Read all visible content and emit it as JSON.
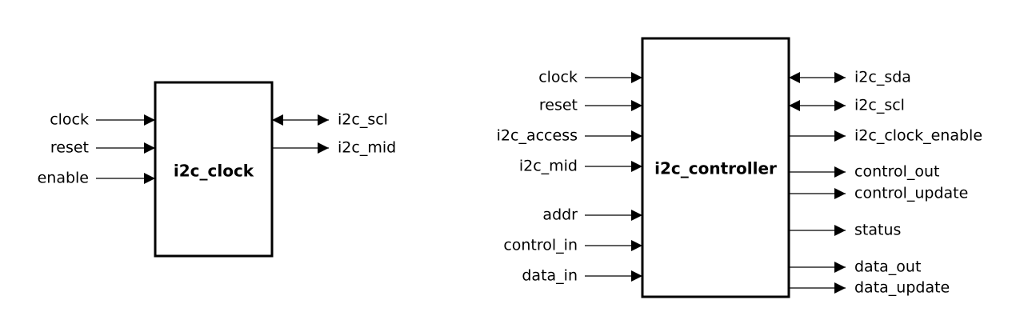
{
  "blocks": [
    {
      "id": "clock",
      "title": "i2c_clock",
      "inputs": [
        "clock",
        "reset",
        "enable"
      ],
      "outputs": [
        {
          "label": "i2c_scl",
          "bidirectional": true
        },
        {
          "label": "i2c_mid",
          "bidirectional": false
        }
      ]
    },
    {
      "id": "controller",
      "title": "i2c_controller",
      "inputs": [
        "clock",
        "reset",
        "i2c_access",
        "i2c_mid",
        "addr",
        "control_in",
        "data_in"
      ],
      "outputs": [
        {
          "label": "i2c_sda",
          "bidirectional": true
        },
        {
          "label": "i2c_scl",
          "bidirectional": true
        },
        {
          "label": "i2c_clock_enable",
          "bidirectional": false
        },
        {
          "label": "control_out",
          "bidirectional": false
        },
        {
          "label": "control_update",
          "bidirectional": false
        },
        {
          "label": "status",
          "bidirectional": false
        },
        {
          "label": "data_out",
          "bidirectional": false
        },
        {
          "label": "data_update",
          "bidirectional": false
        }
      ]
    }
  ]
}
